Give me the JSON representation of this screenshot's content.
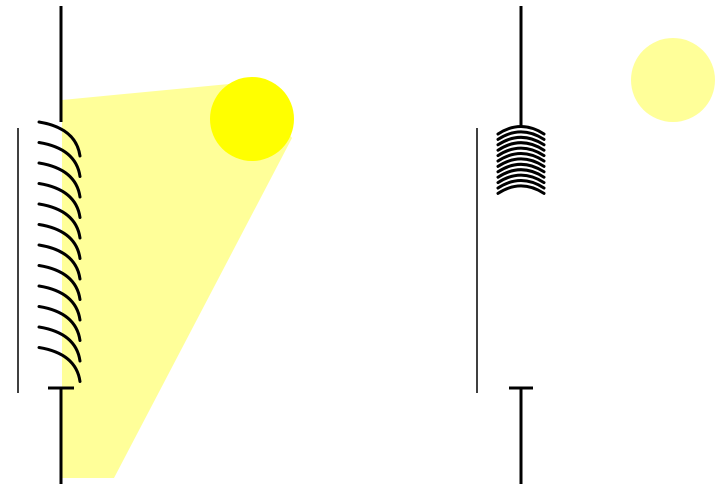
{
  "colors": {
    "background": "#ffffff",
    "stroke": "#000000",
    "light_beam": "#ffff99",
    "bright_light": "#ffff00",
    "dim_light": "#ffff99"
  },
  "left_panel": {
    "spring_state": "stretched",
    "coil_turns": 12,
    "light_state": "on",
    "light_color_key": "bright_light",
    "beam": true
  },
  "right_panel": {
    "spring_state": "compressed",
    "coil_turns": 12,
    "light_state": "off",
    "light_color_key": "dim_light",
    "beam": false
  }
}
